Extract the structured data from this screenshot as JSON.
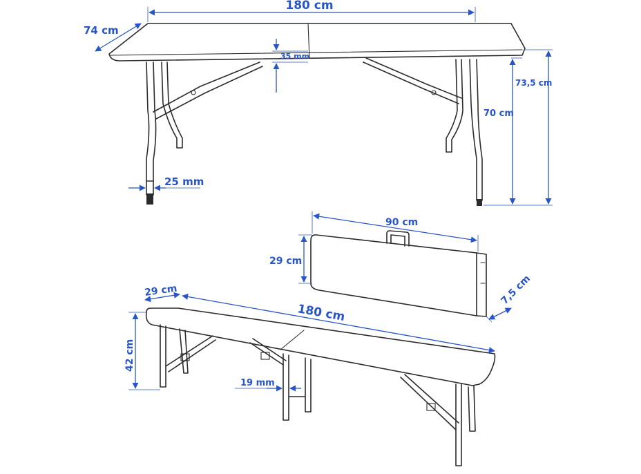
{
  "colors": {
    "dimension": "#2855c8",
    "outline": "#2b2b2b",
    "background": "#ffffff"
  },
  "table": {
    "length": "180 cm",
    "depth": "74 cm",
    "top_thickness": "35 mm",
    "total_height": "73,5 cm",
    "leg_height": "70 cm",
    "leg_diameter": "25 mm"
  },
  "folded": {
    "length": "90 cm",
    "height": "29 cm",
    "thickness": "7,5 cm"
  },
  "bench": {
    "depth": "29 cm",
    "length": "180 cm",
    "height": "42 cm",
    "leg_diameter": "19 mm"
  }
}
